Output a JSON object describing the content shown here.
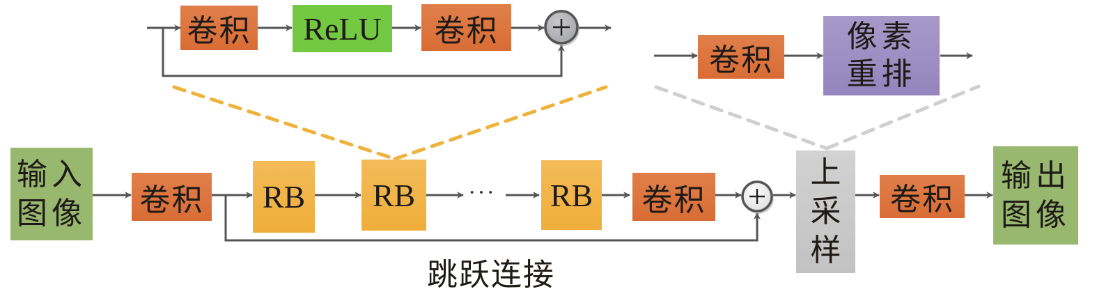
{
  "colors": {
    "conv": "#dc7540",
    "relu": "#74c943",
    "rb": "#f2b44a",
    "io": "#98b86f",
    "pixel_shuffle": "#9e8fc3",
    "upsample": "#cbcbcb",
    "arrow": "#555555",
    "rb_callout_dash": "#eeb33c",
    "upsample_callout_dash": "#cfcfcf"
  },
  "residual_block_detail": {
    "conv1": "卷积",
    "relu": "ReLU",
    "conv2": "卷积",
    "sum_symbol": "+"
  },
  "upsample_detail": {
    "conv": "卷积",
    "pixel_shuffle_line1": "像素",
    "pixel_shuffle_line2": "重排"
  },
  "main_pipeline": {
    "input_line1": "输入",
    "input_line2": "图像",
    "conv_head": "卷积",
    "rb1": "RB",
    "rb2": "RB",
    "ellipsis": "···",
    "rb_last": "RB",
    "conv_tail": "卷积",
    "sum_symbol": "+",
    "upsample_chars": [
      "上",
      "采",
      "样"
    ],
    "conv_out": "卷积",
    "output_line1": "输出",
    "output_line2": "图像",
    "skip_label": "跳跃连接"
  }
}
